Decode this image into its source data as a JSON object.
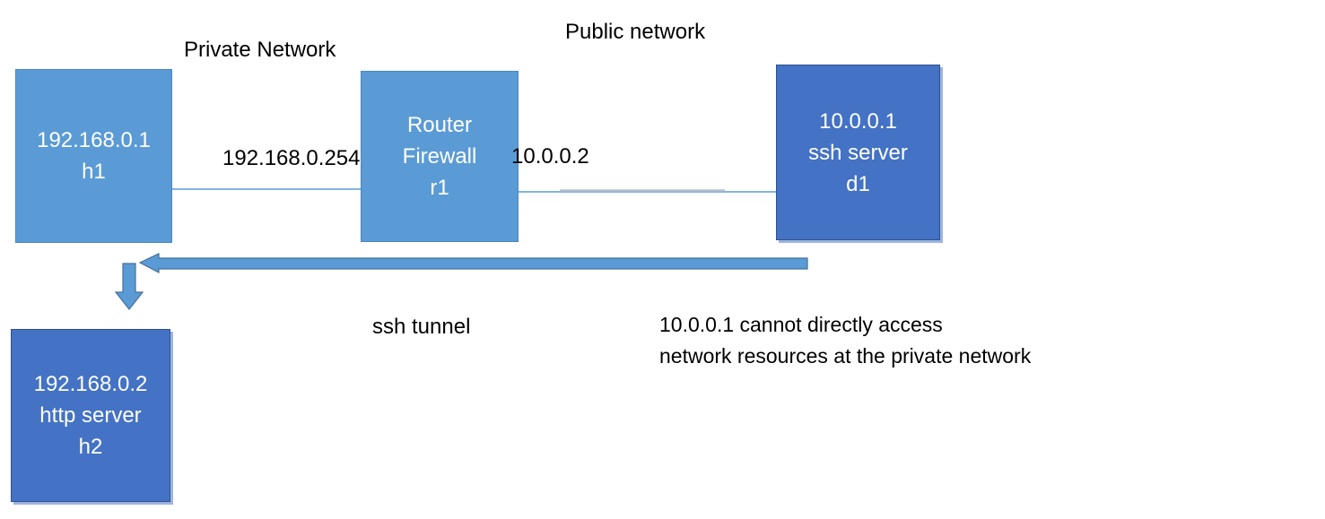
{
  "diagram": {
    "type": "network-topology",
    "nodes": [
      {
        "id": "h1",
        "role": "private host",
        "lines": [
          "192.168.0.1",
          "h1"
        ]
      },
      {
        "id": "r1",
        "role": "router firewall",
        "lines": [
          "Router",
          "Firewall",
          "r1"
        ]
      },
      {
        "id": "d1",
        "role": "ssh server",
        "lines": [
          "10.0.0.1",
          "ssh server",
          "d1"
        ]
      },
      {
        "id": "h2",
        "role": "http server",
        "lines": [
          "192.168.0.2",
          "http server",
          "h2"
        ]
      }
    ],
    "labels": {
      "private_network": "Private Network",
      "public_network": "Public network",
      "router_private_ip": "192.168.0.254",
      "router_public_ip": "10.0.0.2",
      "ssh_tunnel": "ssh tunnel",
      "note_line1": "10.0.0.1 cannot directly access",
      "note_line2": "network resources at the private network"
    },
    "colors": {
      "light_node_fill": "#5b9bd5",
      "light_node_border": "#4a87c0",
      "dark_node_fill": "#4472c4",
      "dark_node_border": "#2f528f",
      "dark_node_shadow": "#9db4e0",
      "connector_line": "#5b9bd5",
      "connector_overlap": "#b9c0cc",
      "arrow_fill": "#5b9bd5",
      "arrow_border": "#41719c",
      "label_text": "#000000",
      "node_text": "#ffffff",
      "background": "#ffffff"
    }
  }
}
